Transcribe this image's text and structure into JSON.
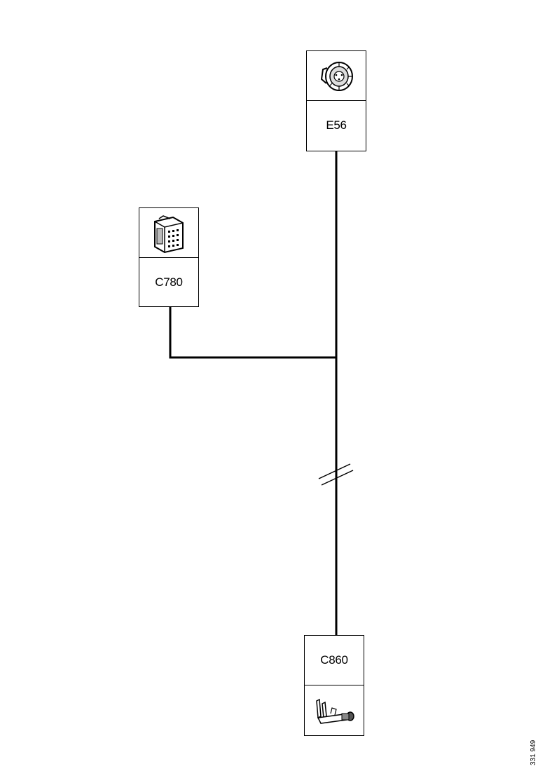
{
  "connectors": {
    "e56": {
      "label": "E56",
      "icon": "round-connector-icon"
    },
    "c780": {
      "label": "C780",
      "icon": "rectangular-connector-icon"
    },
    "c860": {
      "label": "C860",
      "icon": "terminal-pin-icon"
    }
  },
  "document_number": "331 949",
  "colors": {
    "wire": "#000000",
    "background": "#ffffff"
  }
}
